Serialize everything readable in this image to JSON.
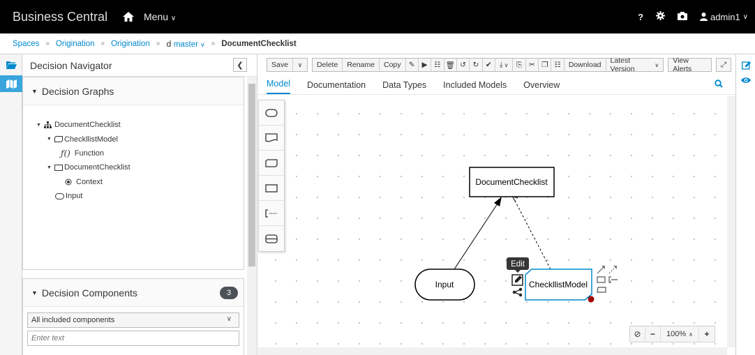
{
  "topbar": {
    "brand": "Business Central",
    "menu_label": "Menu",
    "help_label": "?",
    "user_label": "admin1"
  },
  "breadcrumb": {
    "items": [
      "Spaces",
      "Origination",
      "Origination"
    ],
    "branch": "master",
    "current": "DocumentChecklist"
  },
  "navigator": {
    "title": "Decision Navigator",
    "graphs_title": "Decision Graphs",
    "tree": [
      {
        "label": "DocumentChecklist"
      },
      {
        "label": "CheckllistModel"
      },
      {
        "label": "Function"
      },
      {
        "label": "DocumentChecklist"
      },
      {
        "label": "Context"
      },
      {
        "label": "Input"
      }
    ],
    "components_title": "Decision Components",
    "components_count": "3",
    "filter_value": "All included components",
    "search_placeholder": "Enter text"
  },
  "toolbar": {
    "save": "Save",
    "delete": "Delete",
    "rename": "Rename",
    "copy": "Copy",
    "download": "Download",
    "version": "Latest Version",
    "alerts": "View Alerts"
  },
  "tabs": [
    "Model",
    "Documentation",
    "Data Types",
    "Included Models",
    "Overview"
  ],
  "diagram": {
    "decision_node": "DocumentChecklist",
    "input_node": "Input",
    "model_node": "CheckllistModel",
    "tooltip": "Edit"
  },
  "zoom": {
    "level": "100%"
  },
  "colors": {
    "accent": "#0088ce",
    "topbar": "#000000",
    "selected_node": "#0088ce"
  }
}
